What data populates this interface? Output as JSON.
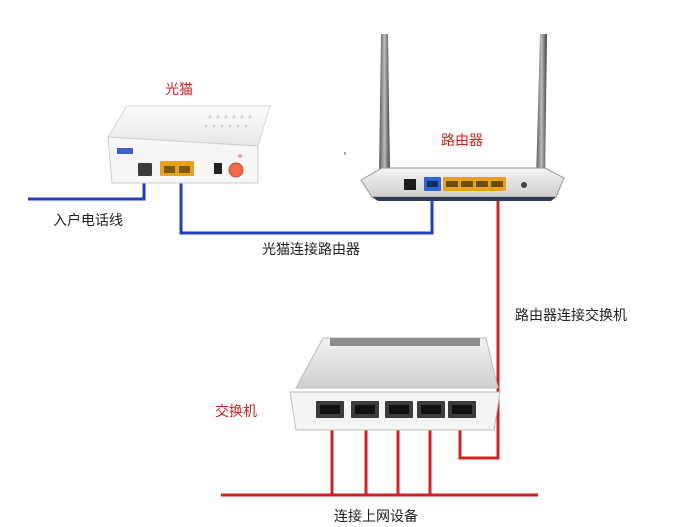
{
  "labels": {
    "modem": "光猫",
    "router": "路由器",
    "switch": "交换机",
    "phone_line": "入户电话线",
    "modem_to_router": "光猫连接路由器",
    "router_to_switch": "路由器连接交换机",
    "to_devices": "连接上网设备"
  },
  "colors": {
    "blue_cable": "#1f3fbf",
    "red_cable": "#d42020",
    "red_label": "#d42020",
    "router_blue_port": "#2a67c8",
    "router_yellow_ports": "#e8a21a",
    "modem_yellow_ports": "#e8a21a"
  }
}
